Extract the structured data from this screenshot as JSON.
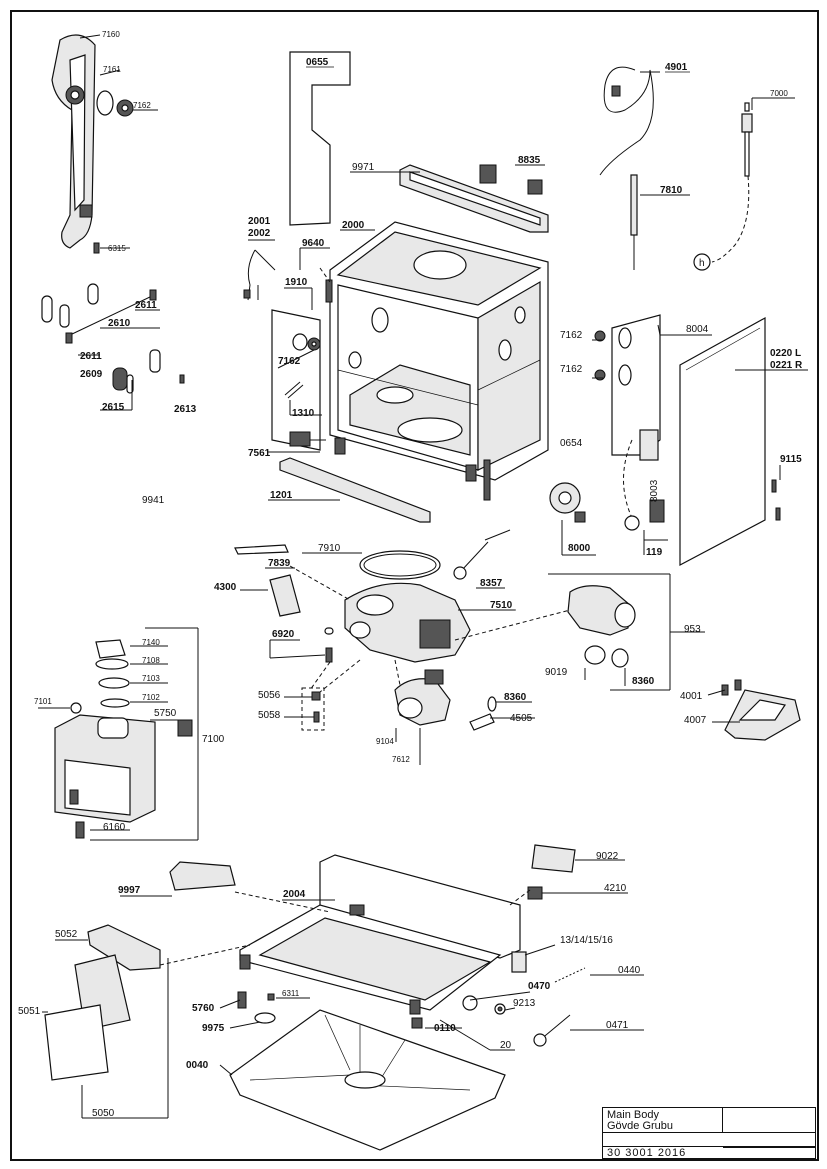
{
  "title_block": {
    "title_en": "Main Body",
    "title_tr": "Gövde Grubu",
    "drawing_code": "30 3001 2016"
  },
  "labels": {
    "l7160": "7160",
    "l7161": "7161",
    "l7162a": "7162",
    "l6315": "6315",
    "l0655": "0655",
    "l4901": "4901",
    "l7000": "7000",
    "l9971": "9971",
    "l8835": "8835",
    "l7810": "7810",
    "l2001": "2001",
    "l2002": "2002",
    "l2000": "2000",
    "l9640": "9640",
    "l2611a": "2611",
    "l2610": "2610",
    "l2611b": "2611",
    "l2609": "2609",
    "l2615": "2615",
    "l2613": "2613",
    "l1910": "1910",
    "l7162b": "7162",
    "l1310": "1310",
    "l7561": "7561",
    "l1201": "1201",
    "l9941": "9941",
    "l7162c": "7162",
    "l7162d": "7162",
    "l8004": "8004",
    "l0220": "0220 L",
    "l0221": "0221 R",
    "l0654": "0654",
    "l9115": "9115",
    "l8003": "8003",
    "l8000": "8000",
    "l119": "119",
    "l7910": "7910",
    "l7839": "7839",
    "l4300": "4300",
    "l8357": "8357",
    "l7510": "7510",
    "l953": "953",
    "l6920": "6920",
    "l7140": "7140",
    "l7108": "7108",
    "l7103": "7103",
    "l7102": "7102",
    "l7101": "7101",
    "l5750": "5750",
    "l7100": "7100",
    "l6160": "6160",
    "l5056": "5056",
    "l5058": "5058",
    "l9019": "9019",
    "l8360a": "8360",
    "l8360b": "8360",
    "l4505": "4505",
    "l9104": "9104",
    "l7612": "7612",
    "l4001": "4001",
    "l4007": "4007",
    "l9022": "9022",
    "l4210": "4210",
    "l9997": "9997",
    "l2004": "2004",
    "l5052": "5052",
    "l13": "13/14/15/16",
    "l0440": "0440",
    "l0470": "0470",
    "l9213": "9213",
    "l0471": "0471",
    "l5760": "5760",
    "l6311": "6311",
    "l9975": "9975",
    "l0110": "0110",
    "l20": "20",
    "l5051": "5051",
    "l0040": "0040",
    "l5050": "5050",
    "h_marker": "h"
  }
}
